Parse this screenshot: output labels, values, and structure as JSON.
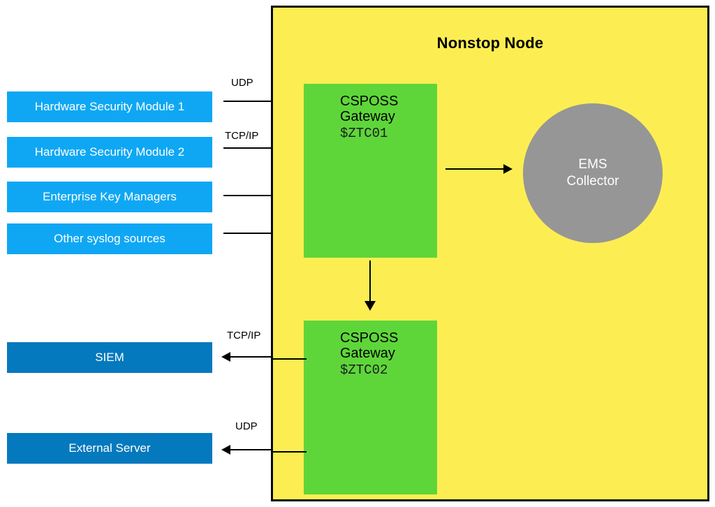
{
  "diagram": {
    "title": "Nonstop Node",
    "colors": {
      "node_background": "#FCEE52",
      "node_border": "#0A0A0A",
      "gateway_green": "#5ED63A",
      "collector_gray": "#969696",
      "source_blue": "#0FA7F4",
      "destination_blue": "#0579BD",
      "page_background": "#FFFFFF",
      "line_black": "#000000"
    }
  },
  "gateways": [
    {
      "name": "CSPOSS\nGateway",
      "process": "$ZTC01"
    },
    {
      "name": "CSPOSS\nGateway",
      "process": "$ZTC02"
    }
  ],
  "collector": {
    "label": "EMS\nCollector"
  },
  "sources": [
    {
      "label": "Hardware Security Module 1",
      "protocol": "UDP"
    },
    {
      "label": "Hardware Security Module 2",
      "protocol": "TCP/IP"
    },
    {
      "label": "Enterprise Key Managers",
      "protocol": ""
    },
    {
      "label": "Other syslog sources",
      "protocol": ""
    }
  ],
  "destinations": [
    {
      "label": "SIEM",
      "protocol": "TCP/IP"
    },
    {
      "label": "External Server",
      "protocol": "UDP"
    }
  ],
  "connectors": [
    {
      "from": "Hardware Security Module 1",
      "to": "CSPOSS Gateway $ZTC01",
      "protocol": "UDP",
      "direction": "right"
    },
    {
      "from": "Hardware Security Module 2",
      "to": "CSPOSS Gateway $ZTC01",
      "protocol": "TCP/IP",
      "direction": "right"
    },
    {
      "from": "Enterprise Key Managers",
      "to": "CSPOSS Gateway $ZTC01",
      "protocol": "",
      "direction": "right"
    },
    {
      "from": "Other syslog sources",
      "to": "CSPOSS Gateway $ZTC01",
      "protocol": "",
      "direction": "right"
    },
    {
      "from": "CSPOSS Gateway $ZTC01",
      "to": "EMS Collector",
      "protocol": "",
      "direction": "right"
    },
    {
      "from": "CSPOSS Gateway $ZTC01",
      "to": "CSPOSS Gateway $ZTC02",
      "protocol": "",
      "direction": "down"
    },
    {
      "from": "CSPOSS Gateway $ZTC02",
      "to": "SIEM",
      "protocol": "TCP/IP",
      "direction": "left"
    },
    {
      "from": "CSPOSS Gateway $ZTC02",
      "to": "External Server",
      "protocol": "UDP",
      "direction": "left"
    }
  ]
}
